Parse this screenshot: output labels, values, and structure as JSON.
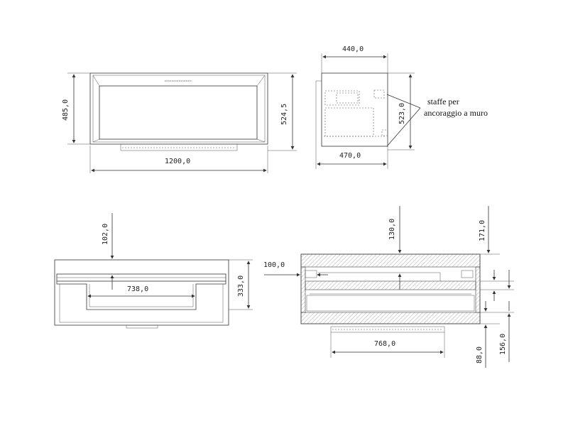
{
  "front_view": {
    "width_label": "1200,0",
    "height_inner_label": "485,0",
    "height_outer_label": "524,5"
  },
  "side_view": {
    "depth_top_label": "440,0",
    "depth_bottom_label": "470,0",
    "height_label": "523,0",
    "note_line1": "staffe per",
    "note_line2": "ancoraggio a muro"
  },
  "plan_view": {
    "top_offset_label": "102,0",
    "cutout_width_label": "738,0",
    "depth_label": "333,0"
  },
  "section_view": {
    "left_offset_label": "100,0",
    "top_offset_label": "130,0",
    "right_top_label": "171,0",
    "width_label": "768,0",
    "bottom_small_label": "88,0",
    "bottom_large_label": "156,0"
  },
  "colors": {
    "line": "#333333",
    "text": "#222222",
    "background": "#ffffff"
  }
}
